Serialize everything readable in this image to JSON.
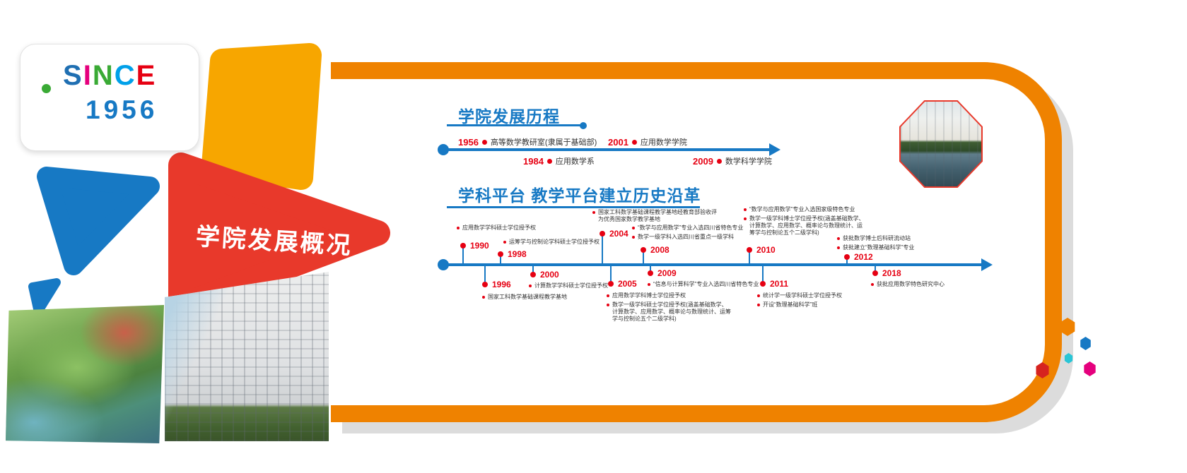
{
  "colors": {
    "orange_frame": "#ef8200",
    "timeline_blue": "#1779c4",
    "accent_red": "#e60012",
    "yellow_shape": "#f7a600",
    "blue_shape": "#1779c4",
    "red_shape": "#e8392b",
    "since_letter_colors": [
      "#1f6fb2",
      "#e5007d",
      "#3aaa35",
      "#00a0e9",
      "#e60012"
    ]
  },
  "badge": {
    "letters": [
      "S",
      "I",
      "N",
      "C",
      "E"
    ],
    "year": "1956"
  },
  "main_title": "学院发展概况",
  "section1": {
    "title": "学院发展历程",
    "events": [
      {
        "year": "1956",
        "text": "高等数学教研室(隶属于基础部)"
      },
      {
        "year": "1984",
        "text": "应用数学系"
      },
      {
        "year": "2001",
        "text": "应用数学学院"
      },
      {
        "year": "2009",
        "text": "数学科学学院"
      }
    ]
  },
  "section2": {
    "title": "学科平台  教学平台建立历史沿革",
    "above": [
      {
        "year": "1990",
        "items": [
          "应用数学学科硕士学位授予权"
        ]
      },
      {
        "year": "1998",
        "items": [
          "运筹学与控制论学科硕士学位授予权"
        ]
      },
      {
        "year": "2004",
        "items": [
          "国家工科数学基础课程教学基地经教育部验收评为优秀国家数学教学基地"
        ]
      },
      {
        "year": "2008",
        "items": [
          "“数学与应用数学”专业入选四川省特色专业",
          "数学一级学科入选四川省重点一级学科"
        ]
      },
      {
        "year": "2010",
        "items": [
          "“数学与应用数学”专业入选国家级特色专业",
          "数学一级学科博士学位授予权(涵盖基础数学、计算数学、应用数学、概率论与数理统计、运筹学与控制论五个二级学科)"
        ]
      },
      {
        "year": "2012",
        "items": [
          "获批数学博士后科研流动站",
          "获批建立“数理基础科学”专业"
        ]
      }
    ],
    "below": [
      {
        "year": "1996",
        "items": [
          "国家工科数学基础课程教学基地"
        ]
      },
      {
        "year": "2000",
        "items": [
          "计算数学学科硕士学位授予权"
        ]
      },
      {
        "year": "2005",
        "items": [
          "应用数学学科博士学位授予权",
          "数学一级学科硕士学位授予权(涵盖基础数学、计算数学、应用数学、概率论与数理统计、运筹学与控制论五个二级学科)"
        ]
      },
      {
        "year": "2009",
        "items": [
          "“信息与计算科学”专业入选四川省特色专业"
        ]
      },
      {
        "year": "2011",
        "items": [
          "统计学一级学科硕士学位授予权",
          "开设“数理基础科学”班"
        ]
      },
      {
        "year": "2018",
        "items": [
          "获批应用数学特色研究中心"
        ]
      }
    ]
  }
}
